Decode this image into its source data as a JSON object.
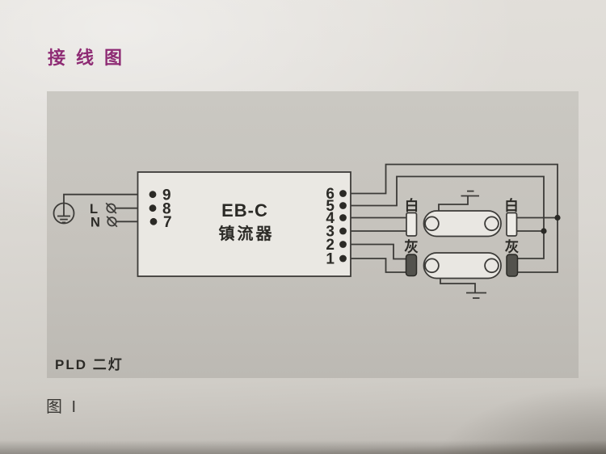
{
  "title": "接线图",
  "caption": {
    "lamp_config": "PLD 二灯",
    "figure": "图 I"
  },
  "ballast": {
    "model": "EB-C",
    "device": "镇流器",
    "left_terminals": [
      "9",
      "8",
      "7"
    ],
    "right_terminals": [
      "6",
      "5",
      "4",
      "3",
      "2",
      "1"
    ]
  },
  "mains": {
    "live": "L",
    "neutral": "N"
  },
  "lampholders": {
    "white": "白",
    "gray": "灰"
  },
  "colors": {
    "title_magenta": "#8e2b74",
    "paper": "#dad7d2",
    "panel_gray": "#c5c2bc",
    "line": "#3c3b38",
    "box_fill": "#eae8e3",
    "white_holder": "#edebe6",
    "gray_holder": "#53524d",
    "text": "#2b2a26"
  }
}
